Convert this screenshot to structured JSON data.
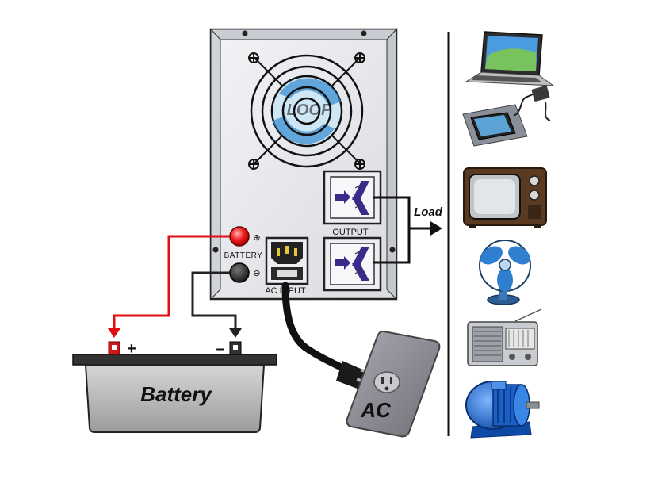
{
  "inverter": {
    "battery_label": "BATTERY",
    "output_label": "OUTPUT",
    "ac_input_label": "AC INPUT",
    "plus_symbol": "⊕",
    "minus_symbol": "⊖",
    "fan_logo_text": "LOOP"
  },
  "load_label": "Load",
  "battery": {
    "label": "Battery",
    "plus_sign": "+",
    "minus_sign": "–"
  },
  "ac_outlet": {
    "label": "AC"
  },
  "appliances": [
    {
      "icon": "laptop-icon"
    },
    {
      "icon": "phone-charger-icon"
    },
    {
      "icon": "television-icon"
    },
    {
      "icon": "electric-fan-icon"
    },
    {
      "icon": "radio-icon"
    },
    {
      "icon": "electric-motor-icon"
    }
  ],
  "colors": {
    "positive_wire": "#e01010",
    "negative_wire": "#222222",
    "battery_terminal_positive": "#d01818",
    "output_arrow": "#3b2a8a",
    "panel": "#e9eaed",
    "outlet": "#8d8d96",
    "motor": "#1f6fd6",
    "fan": "#2f7fd0"
  }
}
